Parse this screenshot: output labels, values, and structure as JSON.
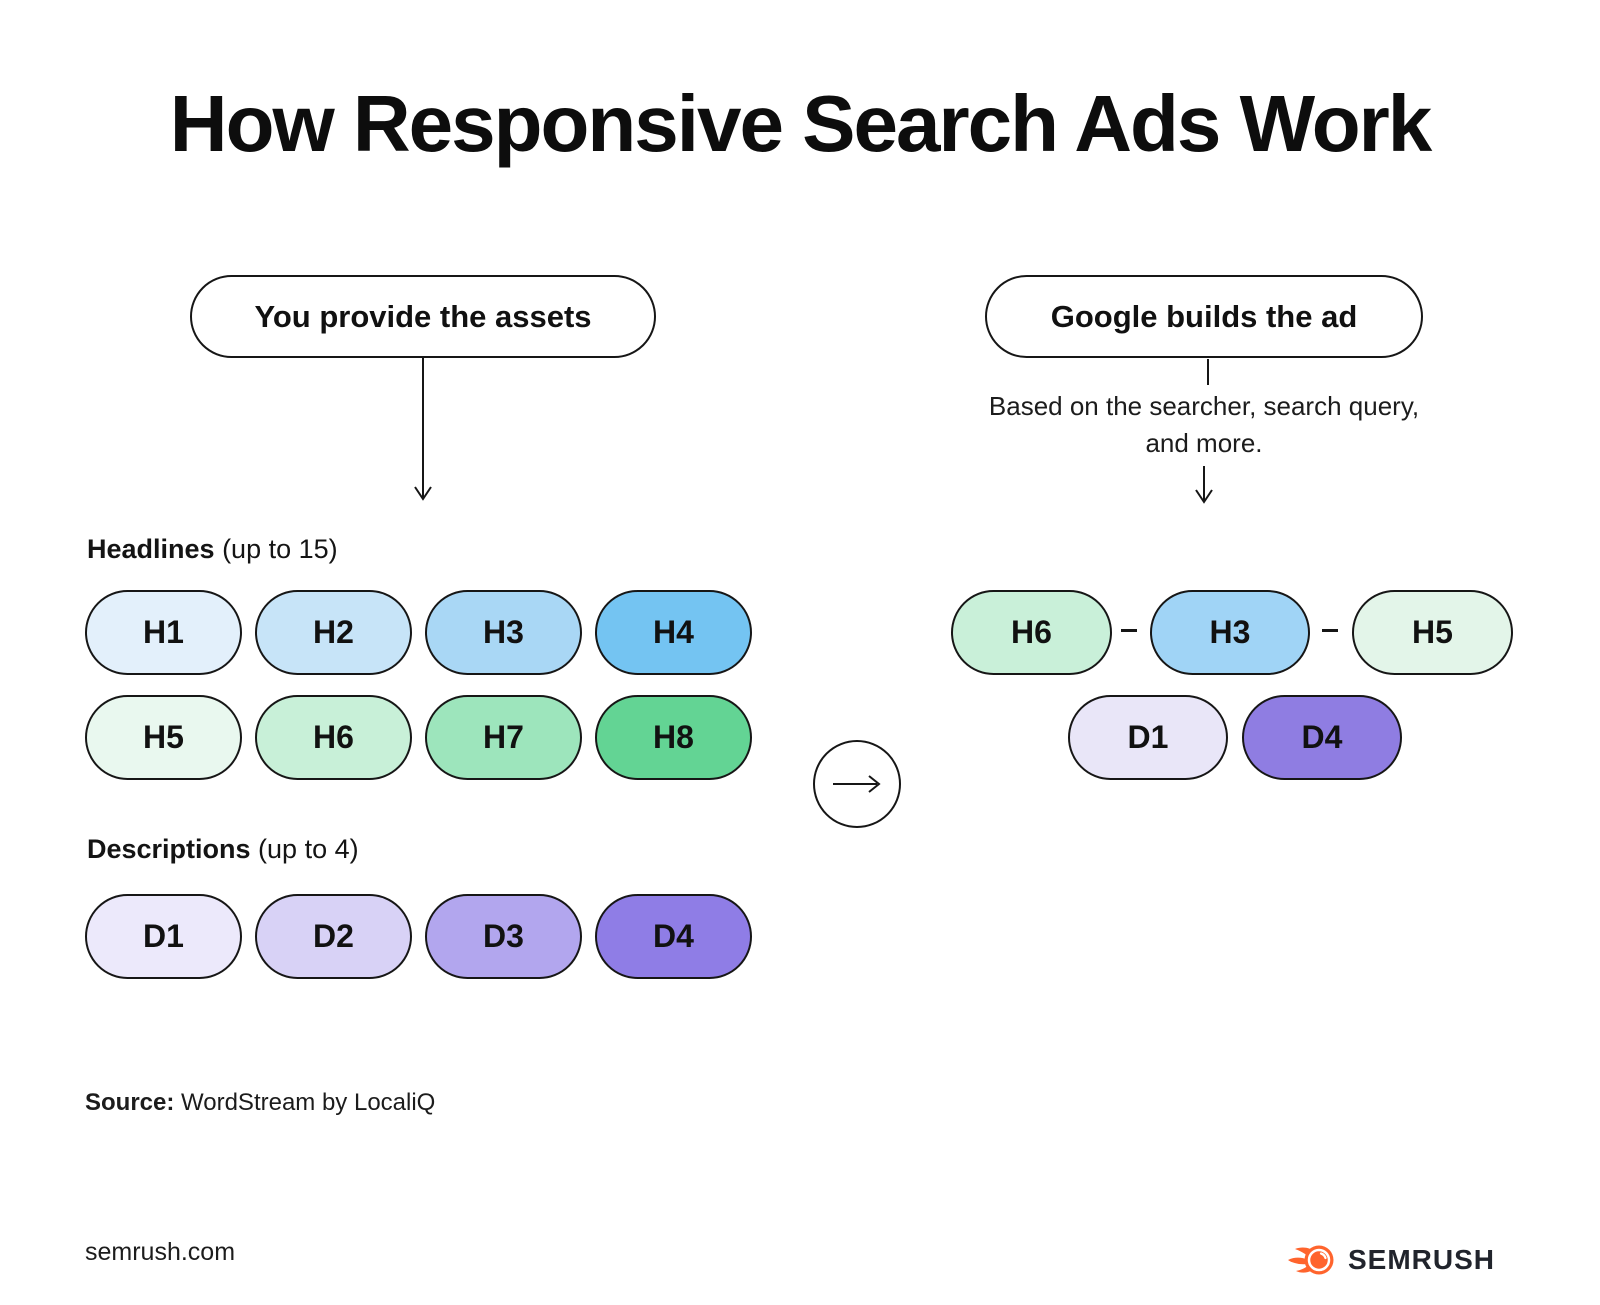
{
  "title": "How Responsive Search Ads Work",
  "colors": {
    "ink": "#161616",
    "brand_orange": "#FF642D",
    "brand_dark": "#21242C"
  },
  "left_flow": {
    "header_label": "You provide the assets",
    "headlines_label": {
      "bold": "Headlines",
      "note": " (up to 15)"
    },
    "headline_pills": [
      {
        "label": "H1",
        "color": "#E3F0FB"
      },
      {
        "label": "H2",
        "color": "#C7E4F8"
      },
      {
        "label": "H3",
        "color": "#A9D7F5"
      },
      {
        "label": "H4",
        "color": "#74C4F2"
      },
      {
        "label": "H5",
        "color": "#E9F8EF"
      },
      {
        "label": "H6",
        "color": "#C8F0D8"
      },
      {
        "label": "H7",
        "color": "#9DE5BC"
      },
      {
        "label": "H8",
        "color": "#63D494"
      }
    ],
    "descriptions_label": {
      "bold": "Descriptions",
      "note": " (up to 4)"
    },
    "description_pills": [
      {
        "label": "D1",
        "color": "#ECE9FB"
      },
      {
        "label": "D2",
        "color": "#D8D2F6"
      },
      {
        "label": "D3",
        "color": "#B2A6EE"
      },
      {
        "label": "D4",
        "color": "#8F7DE6"
      }
    ]
  },
  "right_flow": {
    "header_label": "Google builds the ad",
    "subtext_line1": "Based on the searcher, search query,",
    "subtext_line2": "and more.",
    "ad_headline_pills": [
      {
        "label": "H6",
        "color": "#C9F0D9"
      },
      {
        "label": "H3",
        "color": "#A0D4F6"
      },
      {
        "label": "H5",
        "color": "#E3F5E9"
      }
    ],
    "ad_description_pills": [
      {
        "label": "D1",
        "color": "#E9E6F8"
      },
      {
        "label": "D4",
        "color": "#8F7DE2"
      }
    ]
  },
  "source": {
    "bold": "Source:",
    "text": " WordStream by LocaliQ"
  },
  "footer": {
    "site": "semrush.com",
    "brand": "SEMRUSH"
  }
}
